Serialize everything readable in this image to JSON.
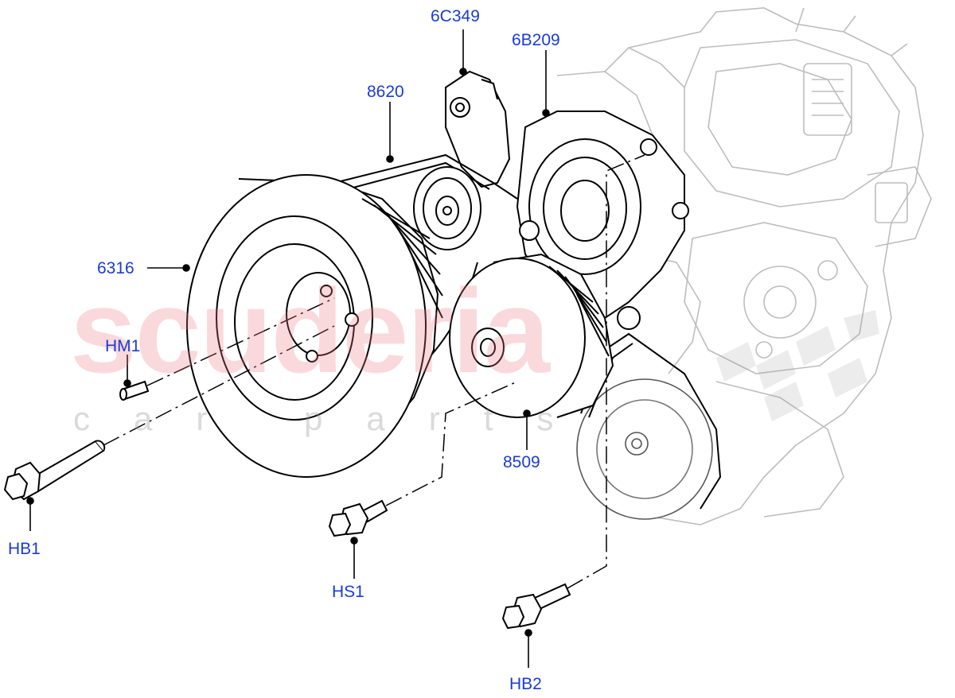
{
  "watermark": {
    "main": "scuderia",
    "sub": "car parts"
  },
  "callouts": [
    {
      "id": "6C349",
      "label": "6C349"
    },
    {
      "id": "6B209",
      "label": "6B209"
    },
    {
      "id": "8620",
      "label": "8620"
    },
    {
      "id": "6316",
      "label": "6316"
    },
    {
      "id": "HM1",
      "label": "HM1"
    },
    {
      "id": "8509",
      "label": "8509"
    },
    {
      "id": "HB1",
      "label": "HB1"
    },
    {
      "id": "HS1",
      "label": "HS1"
    },
    {
      "id": "HB2",
      "label": "HB2"
    }
  ],
  "colors": {
    "callout_text": "#1a3bd6",
    "line": "#000000",
    "engine": "#b9b9b9"
  }
}
